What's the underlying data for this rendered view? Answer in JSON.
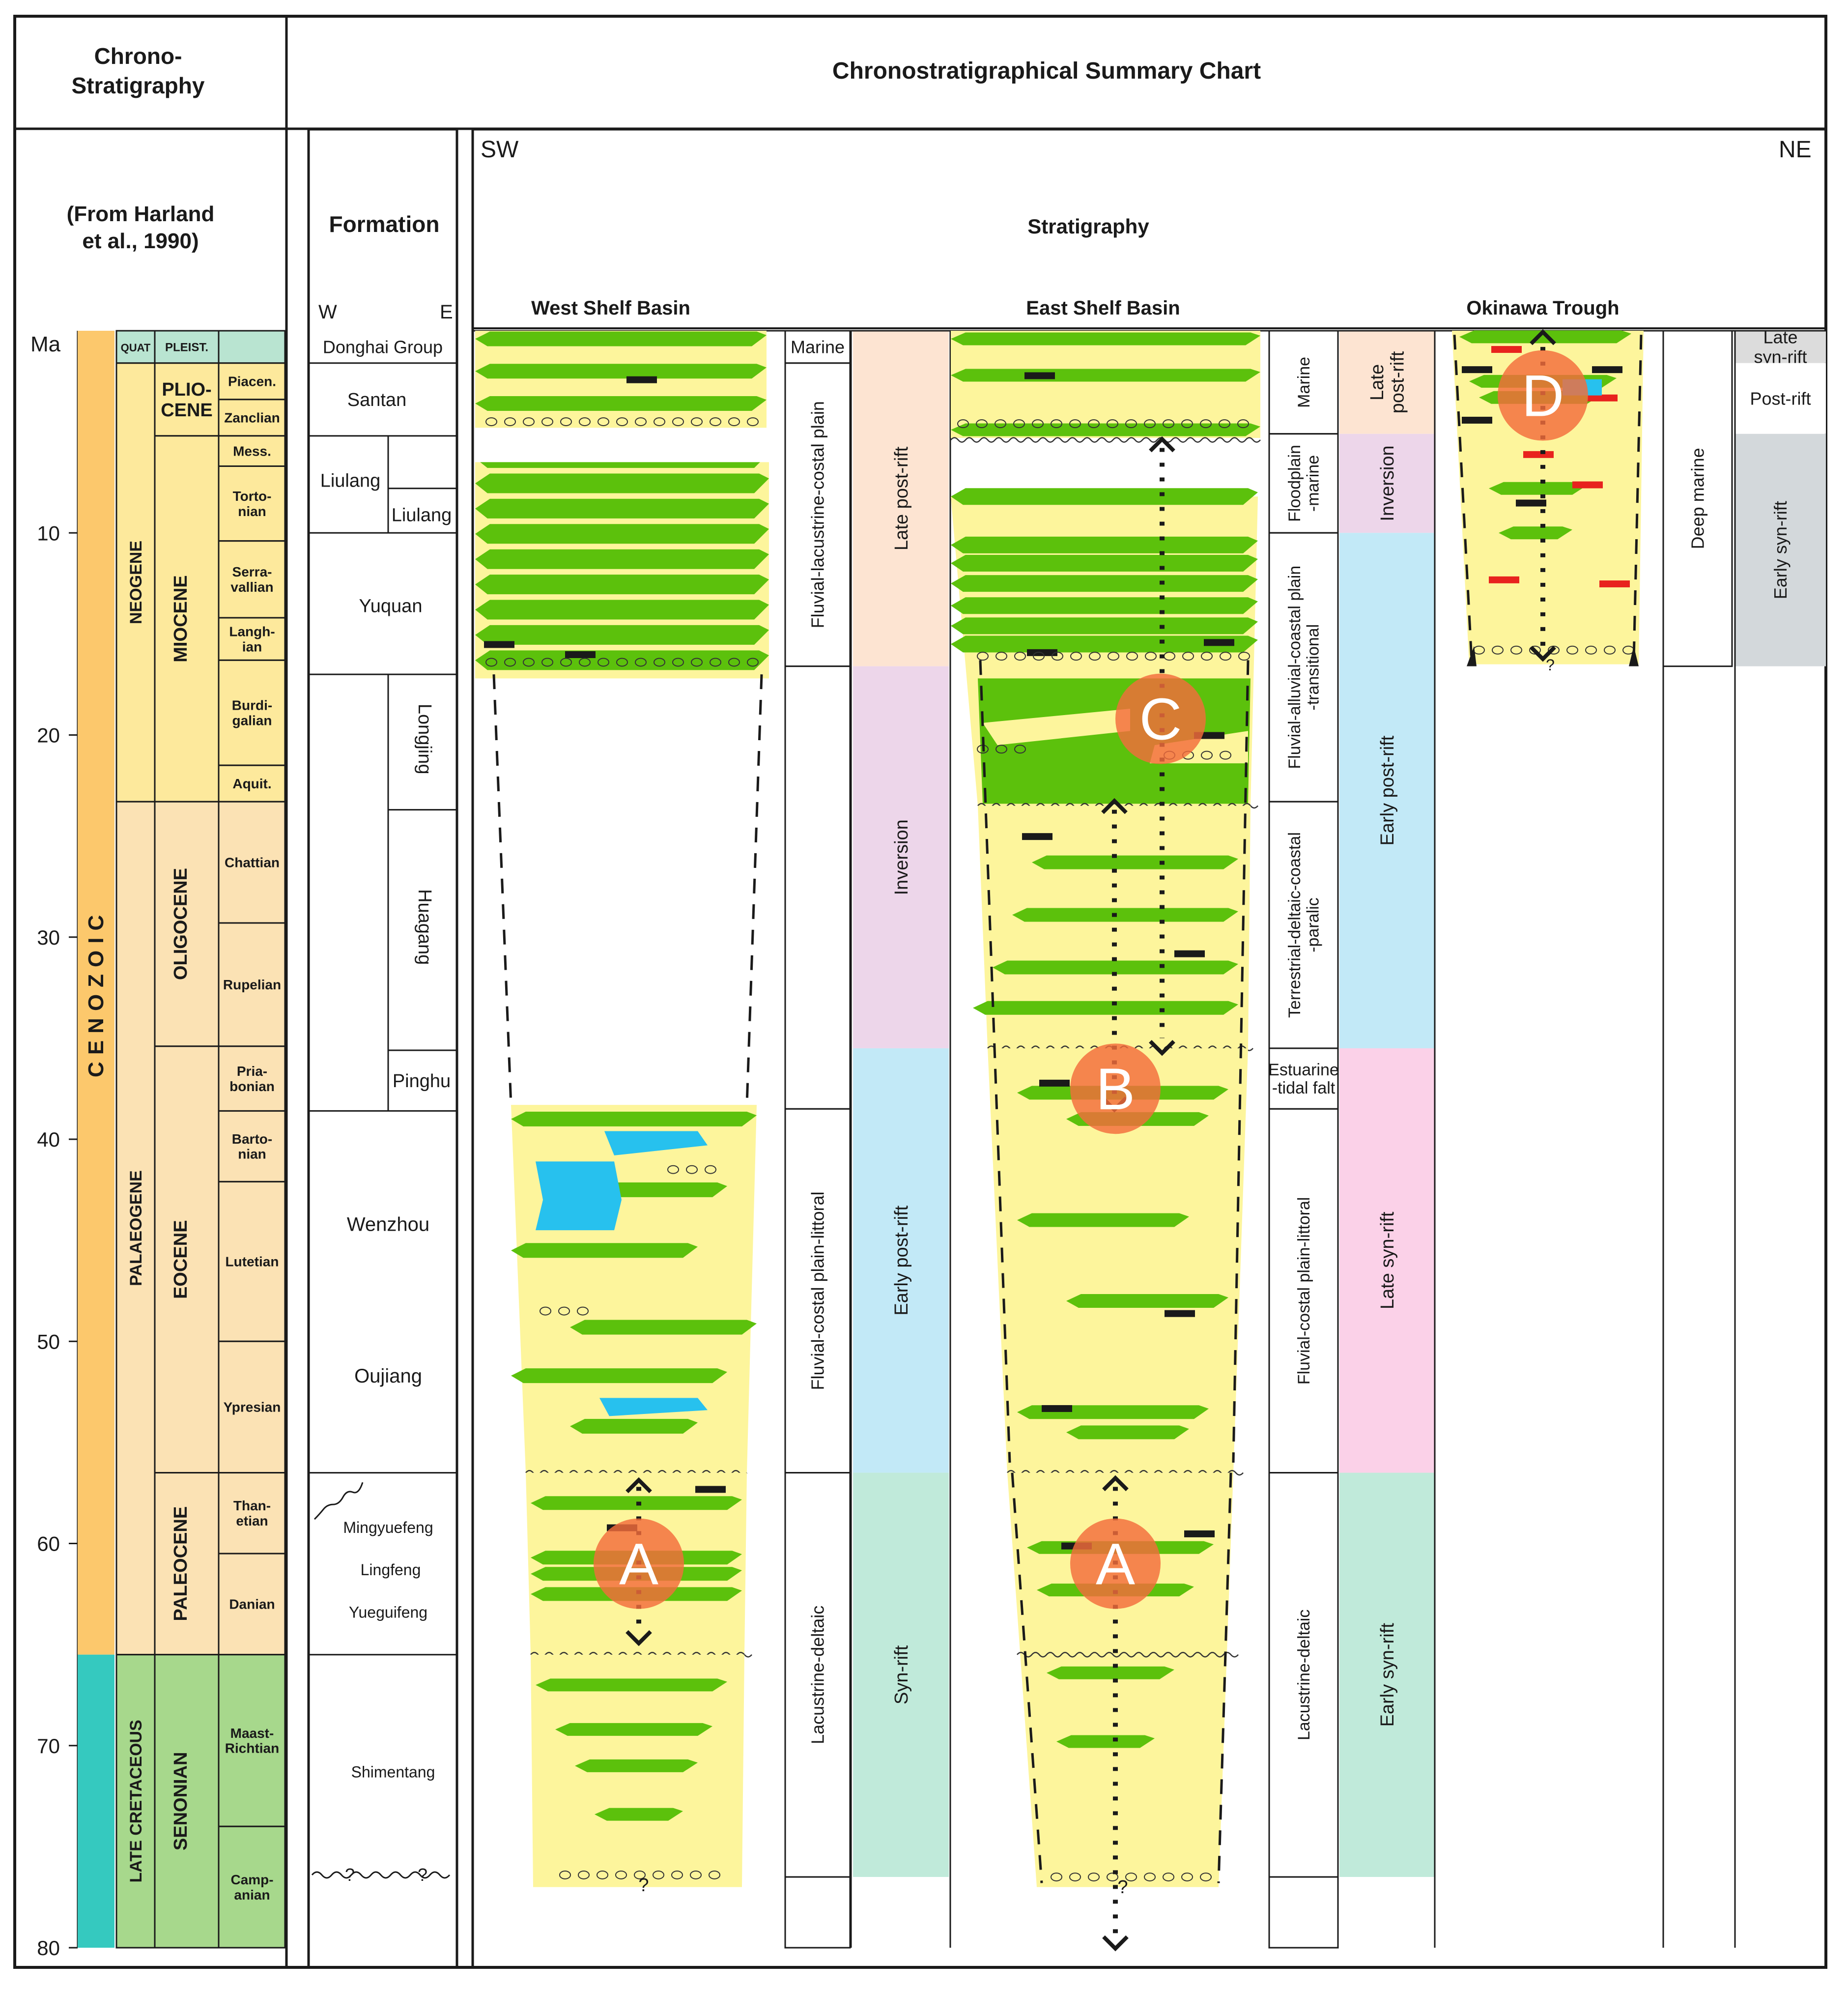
{
  "title": "Chronostratigraphical Summary Chart",
  "chrono": {
    "header_line1": "Chrono-",
    "header_line2": "Stratigraphy",
    "source_line1": "(From Harland",
    "source_line2": "et al., 1990)",
    "axis_label": "Ma",
    "ticks": [
      10,
      20,
      30,
      40,
      50,
      60,
      70,
      80
    ],
    "eras": [
      {
        "label": "CENOZOIC",
        "from": 0,
        "to": 65.5,
        "color": "#fcc86c"
      },
      {
        "label": "",
        "from": 65.5,
        "to": 80,
        "color": "#35c9bf"
      }
    ],
    "periods": [
      {
        "label": "QUAT",
        "from": 0,
        "to": 1.6,
        "color": "#b9e4d1"
      },
      {
        "label": "NEOGENE",
        "from": 1.6,
        "to": 23.3,
        "color": "#fde99c"
      },
      {
        "label": "PALAEOGENE",
        "from": 23.3,
        "to": 65.5,
        "color": "#fbe2b4"
      },
      {
        "label": "LATE CRETACEOUS",
        "from": 65.5,
        "to": 80,
        "color": "#a7d88c"
      }
    ],
    "epochs": [
      {
        "label": "PLEIST.",
        "from": 0,
        "to": 1.6,
        "color": "#b9e4d1"
      },
      {
        "label": "PLIO-|CENE",
        "from": 1.6,
        "to": 5.2,
        "color": "#fde99c"
      },
      {
        "label": "MIOCENE",
        "from": 5.2,
        "to": 23.3,
        "color": "#fde99c"
      },
      {
        "label": "OLIGOCENE",
        "from": 23.3,
        "to": 35.4,
        "color": "#fbe2b4"
      },
      {
        "label": "EOCENE",
        "from": 35.4,
        "to": 56.5,
        "color": "#fbe2b4"
      },
      {
        "label": "PALEOCENE",
        "from": 56.5,
        "to": 65.5,
        "color": "#fbe2b4"
      },
      {
        "label": "SENONIAN",
        "from": 65.5,
        "to": 80,
        "color": "#a7d88c"
      }
    ],
    "stages": [
      {
        "label": "",
        "from": 0,
        "to": 1.6,
        "color": "#b9e4d1"
      },
      {
        "label": "Piacen.",
        "from": 1.6,
        "to": 3.4,
        "color": "#fde99c"
      },
      {
        "label": "Zanclian",
        "from": 3.4,
        "to": 5.2,
        "color": "#fde99c"
      },
      {
        "label": "Mess.",
        "from": 5.2,
        "to": 6.7,
        "color": "#fde99c"
      },
      {
        "label": "Torto-|nian",
        "from": 6.7,
        "to": 10.4,
        "color": "#fde99c"
      },
      {
        "label": "Serra-|vallian",
        "from": 10.4,
        "to": 14.2,
        "color": "#fde99c"
      },
      {
        "label": "Langh-|ian",
        "from": 14.2,
        "to": 16.3,
        "color": "#fde99c"
      },
      {
        "label": "Burdi-|galian",
        "from": 16.3,
        "to": 21.5,
        "color": "#fde99c"
      },
      {
        "label": "Aquit.",
        "from": 21.5,
        "to": 23.3,
        "color": "#fde99c"
      },
      {
        "label": "Chattian",
        "from": 23.3,
        "to": 29.3,
        "color": "#fbe2b4"
      },
      {
        "label": "Rupelian",
        "from": 29.3,
        "to": 35.4,
        "color": "#fbe2b4"
      },
      {
        "label": "Pria-|bonian",
        "from": 35.4,
        "to": 38.6,
        "color": "#fbe2b4"
      },
      {
        "label": "Barto-|nian",
        "from": 38.6,
        "to": 42.1,
        "color": "#fbe2b4"
      },
      {
        "label": "Lutetian",
        "from": 42.1,
        "to": 50.0,
        "color": "#fbe2b4"
      },
      {
        "label": "Ypresian",
        "from": 50.0,
        "to": 56.5,
        "color": "#fbe2b4"
      },
      {
        "label": "Than-|etian",
        "from": 56.5,
        "to": 60.5,
        "color": "#fbe2b4"
      },
      {
        "label": "Danian",
        "from": 60.5,
        "to": 65.5,
        "color": "#fbe2b4"
      },
      {
        "label": "Maast-|Richtian",
        "from": 65.5,
        "to": 74.0,
        "color": "#a7d88c"
      },
      {
        "label": "Camp-|anian",
        "from": 74.0,
        "to": 80,
        "color": "#a7d88c"
      }
    ]
  },
  "formation": {
    "header": "Formation",
    "west": "W",
    "east": "E",
    "top_unit": "Donghai Group",
    "units": [
      "Santan",
      "Liulang",
      "Liulang",
      "Yuquan",
      "Longjing",
      "Huagang",
      "Pinghu",
      "Wenzhou",
      "Oujiang",
      "Mingyuefeng",
      "Lingfeng",
      "Yueguifeng",
      "Shimentang"
    ],
    "unknown": "?"
  },
  "stratigraphy": {
    "header": "Stratigraphy",
    "sw": "SW",
    "ne": "NE",
    "basins": [
      "West Shelf Basin",
      "East Shelf Basin",
      "Okinawa Trough"
    ]
  },
  "west_env": [
    {
      "label": "Marine",
      "from": 0,
      "to": 1.6
    },
    {
      "label": "Fluvial-lacustrine-costal plain",
      "from": 1.6,
      "to": 16.6
    },
    {
      "label": "",
      "from": 16.6,
      "to": 38.5
    },
    {
      "label": "Fluvial-costal plain-littoral",
      "from": 38.5,
      "to": 56.5
    },
    {
      "label": "Lacustrine-deltaic",
      "from": 56.5,
      "to": 76.5
    },
    {
      "label": "",
      "from": 76.5,
      "to": 80
    }
  ],
  "west_tect": [
    {
      "label": "Late  post-rift",
      "from": 0,
      "to": 16.6,
      "color": "#fde4d2"
    },
    {
      "label": "Inversion",
      "from": 16.6,
      "to": 35.5,
      "color": "#edd6ea"
    },
    {
      "label": "Early post-rift",
      "from": 35.5,
      "to": 56.5,
      "color": "#c2e9f7"
    },
    {
      "label": "Syn-rift",
      "from": 56.5,
      "to": 76.5,
      "color": "#c0eada"
    },
    {
      "label": "",
      "from": 76.5,
      "to": 80,
      "color": "#ffffff"
    }
  ],
  "east_env": [
    {
      "label": "Marine",
      "from": 0,
      "to": 5.1
    },
    {
      "label": "Floodplain|-marine",
      "from": 5.1,
      "to": 10.0
    },
    {
      "label": "Fluvial-alluvial-coastal plain|-transitional",
      "from": 10.0,
      "to": 23.3
    },
    {
      "label": "Terrestrial-deltaic-coastal|-paralic",
      "from": 23.3,
      "to": 35.5
    },
    {
      "label": "Estuarine|-tidal falt",
      "from": 35.5,
      "to": 38.5
    },
    {
      "label": "Fluvial-costal plain-littoral",
      "from": 38.5,
      "to": 56.5
    },
    {
      "label": "Lacustrine-deltaic",
      "from": 56.5,
      "to": 76.5
    },
    {
      "label": "",
      "from": 76.5,
      "to": 80
    }
  ],
  "east_tect": [
    {
      "label": "Late|post-rift",
      "from": 0,
      "to": 5.1,
      "color": "#fde4d2"
    },
    {
      "label": "Inversion",
      "from": 5.1,
      "to": 10.0,
      "color": "#edd6ea"
    },
    {
      "label": "Early post-rift",
      "from": 10.0,
      "to": 35.5,
      "color": "#c2e9f7"
    },
    {
      "label": "Late syn-rift",
      "from": 35.5,
      "to": 56.5,
      "color": "#fbd1e8"
    },
    {
      "label": "Early syn-rift",
      "from": 56.5,
      "to": 76.5,
      "color": "#c0eada"
    },
    {
      "label": "",
      "from": 76.5,
      "to": 80,
      "color": "#ffffff"
    }
  ],
  "okinawa_env": [
    {
      "label": "Deep marine",
      "from": 0,
      "to": 16.6
    }
  ],
  "okinawa_tect": [
    {
      "label": "Late|syn-rift",
      "from": 0,
      "to": 1.6,
      "color": "#dcdcdc"
    },
    {
      "label": "Post-rift",
      "from": 1.6,
      "to": 5.1,
      "color": "#ffffff"
    },
    {
      "label": "Early syn-rift",
      "from": 5.1,
      "to": 16.6,
      "color": "#d3d8db"
    }
  ],
  "markers": [
    {
      "label": "A",
      "column": "west",
      "age": 61.0
    },
    {
      "label": "A",
      "column": "east",
      "age": 61.0
    },
    {
      "label": "B",
      "column": "east",
      "age": 37.5
    },
    {
      "label": "C",
      "column": "east",
      "age": 19.2
    },
    {
      "label": "D",
      "column": "okinawa",
      "age": 3.2
    }
  ],
  "colors": {
    "sand": "#fdf59c",
    "shale": "#5cc10c",
    "carbonate": "#27c1ee",
    "marker": "#f36c3c",
    "red_dash": "#e8231e",
    "line": "#1a1a1a"
  }
}
